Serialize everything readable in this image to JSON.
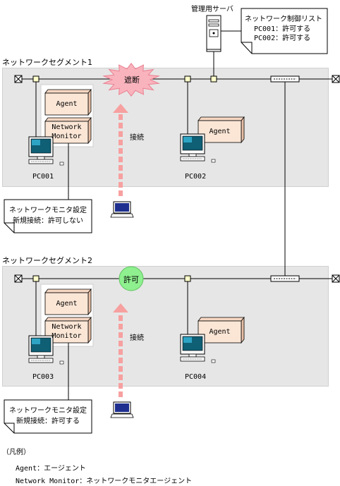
{
  "server": {
    "label": "管理用サーバ",
    "callout_title": "ネットワーク制御リスト",
    "callout_lines": [
      "PC001：許可する",
      "PC002：許可する"
    ]
  },
  "segment1": {
    "label": "ネットワークセグメント1",
    "blocked_label": "遮断",
    "connect_label": "接続",
    "agent_label": "Agent",
    "monitor_label_line1": "Network",
    "monitor_label_line2": "Monitor",
    "pc_left": "PC001",
    "pc_right": "PC002",
    "callout_line1": "ネットワークモニタ設定",
    "callout_line2": "新規接続：許可しない"
  },
  "segment2": {
    "label": "ネットワークセグメント2",
    "allowed_label": "許可",
    "connect_label": "接続",
    "agent_label": "Agent",
    "monitor_label_line1": "Network",
    "monitor_label_line2": "Monitor",
    "pc_left": "PC003",
    "pc_right": "PC004",
    "callout_line1": "ネットワークモニタ設定",
    "callout_line2": "新規接続：許可する"
  },
  "legend": {
    "title": "（凡例）",
    "items": [
      "Agent：エージェント",
      "Network Monitor：ネットワークモニタエージェント"
    ]
  },
  "colors": {
    "blocked_fill": "#f9b3bd",
    "allowed_fill": "#8ef08e",
    "agent_fill": "#fbe6d6",
    "arrow": "#f7a0a0",
    "node_fill": "#ffffcc",
    "segment_bg": "#e6e6e6"
  }
}
